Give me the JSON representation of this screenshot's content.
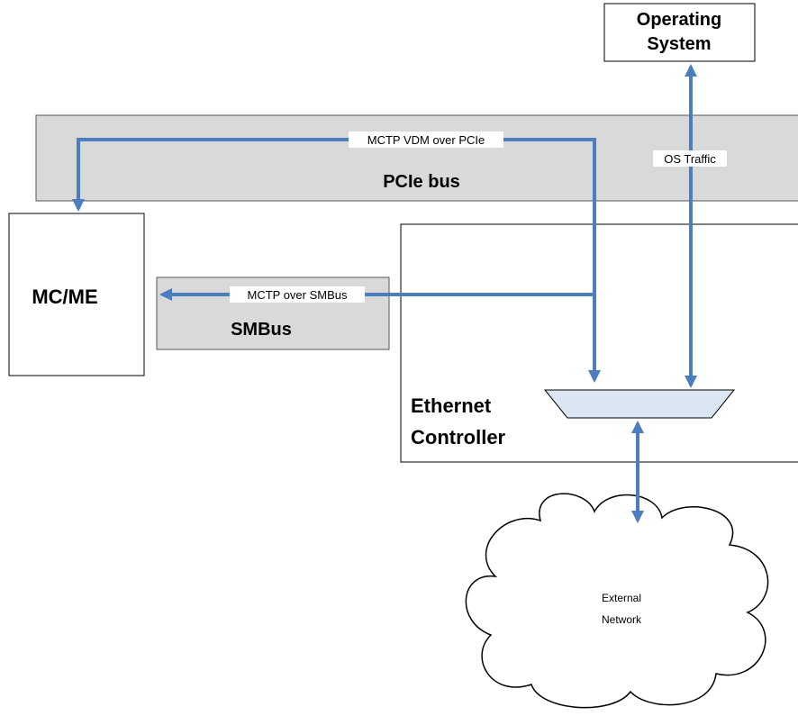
{
  "nodes": {
    "os_line1": "Operating",
    "os_line2": "System",
    "pcie_bus": "PCIe bus",
    "mc_me": "MC/ME",
    "smbus": "SMBus",
    "eth_line1": "Ethernet",
    "eth_line2": "Controller",
    "net_line1": "External",
    "net_line2": "Network"
  },
  "edges": {
    "vdm_pcie": "MCTP VDM over PCIe",
    "os_traffic": "OS Traffic",
    "mctp_smbus": "MCTP over SMBus"
  },
  "colors": {
    "arrow": "#4a7ebf",
    "bus_fill": "#d9d9d9",
    "mux_fill": "#dce6f2"
  }
}
